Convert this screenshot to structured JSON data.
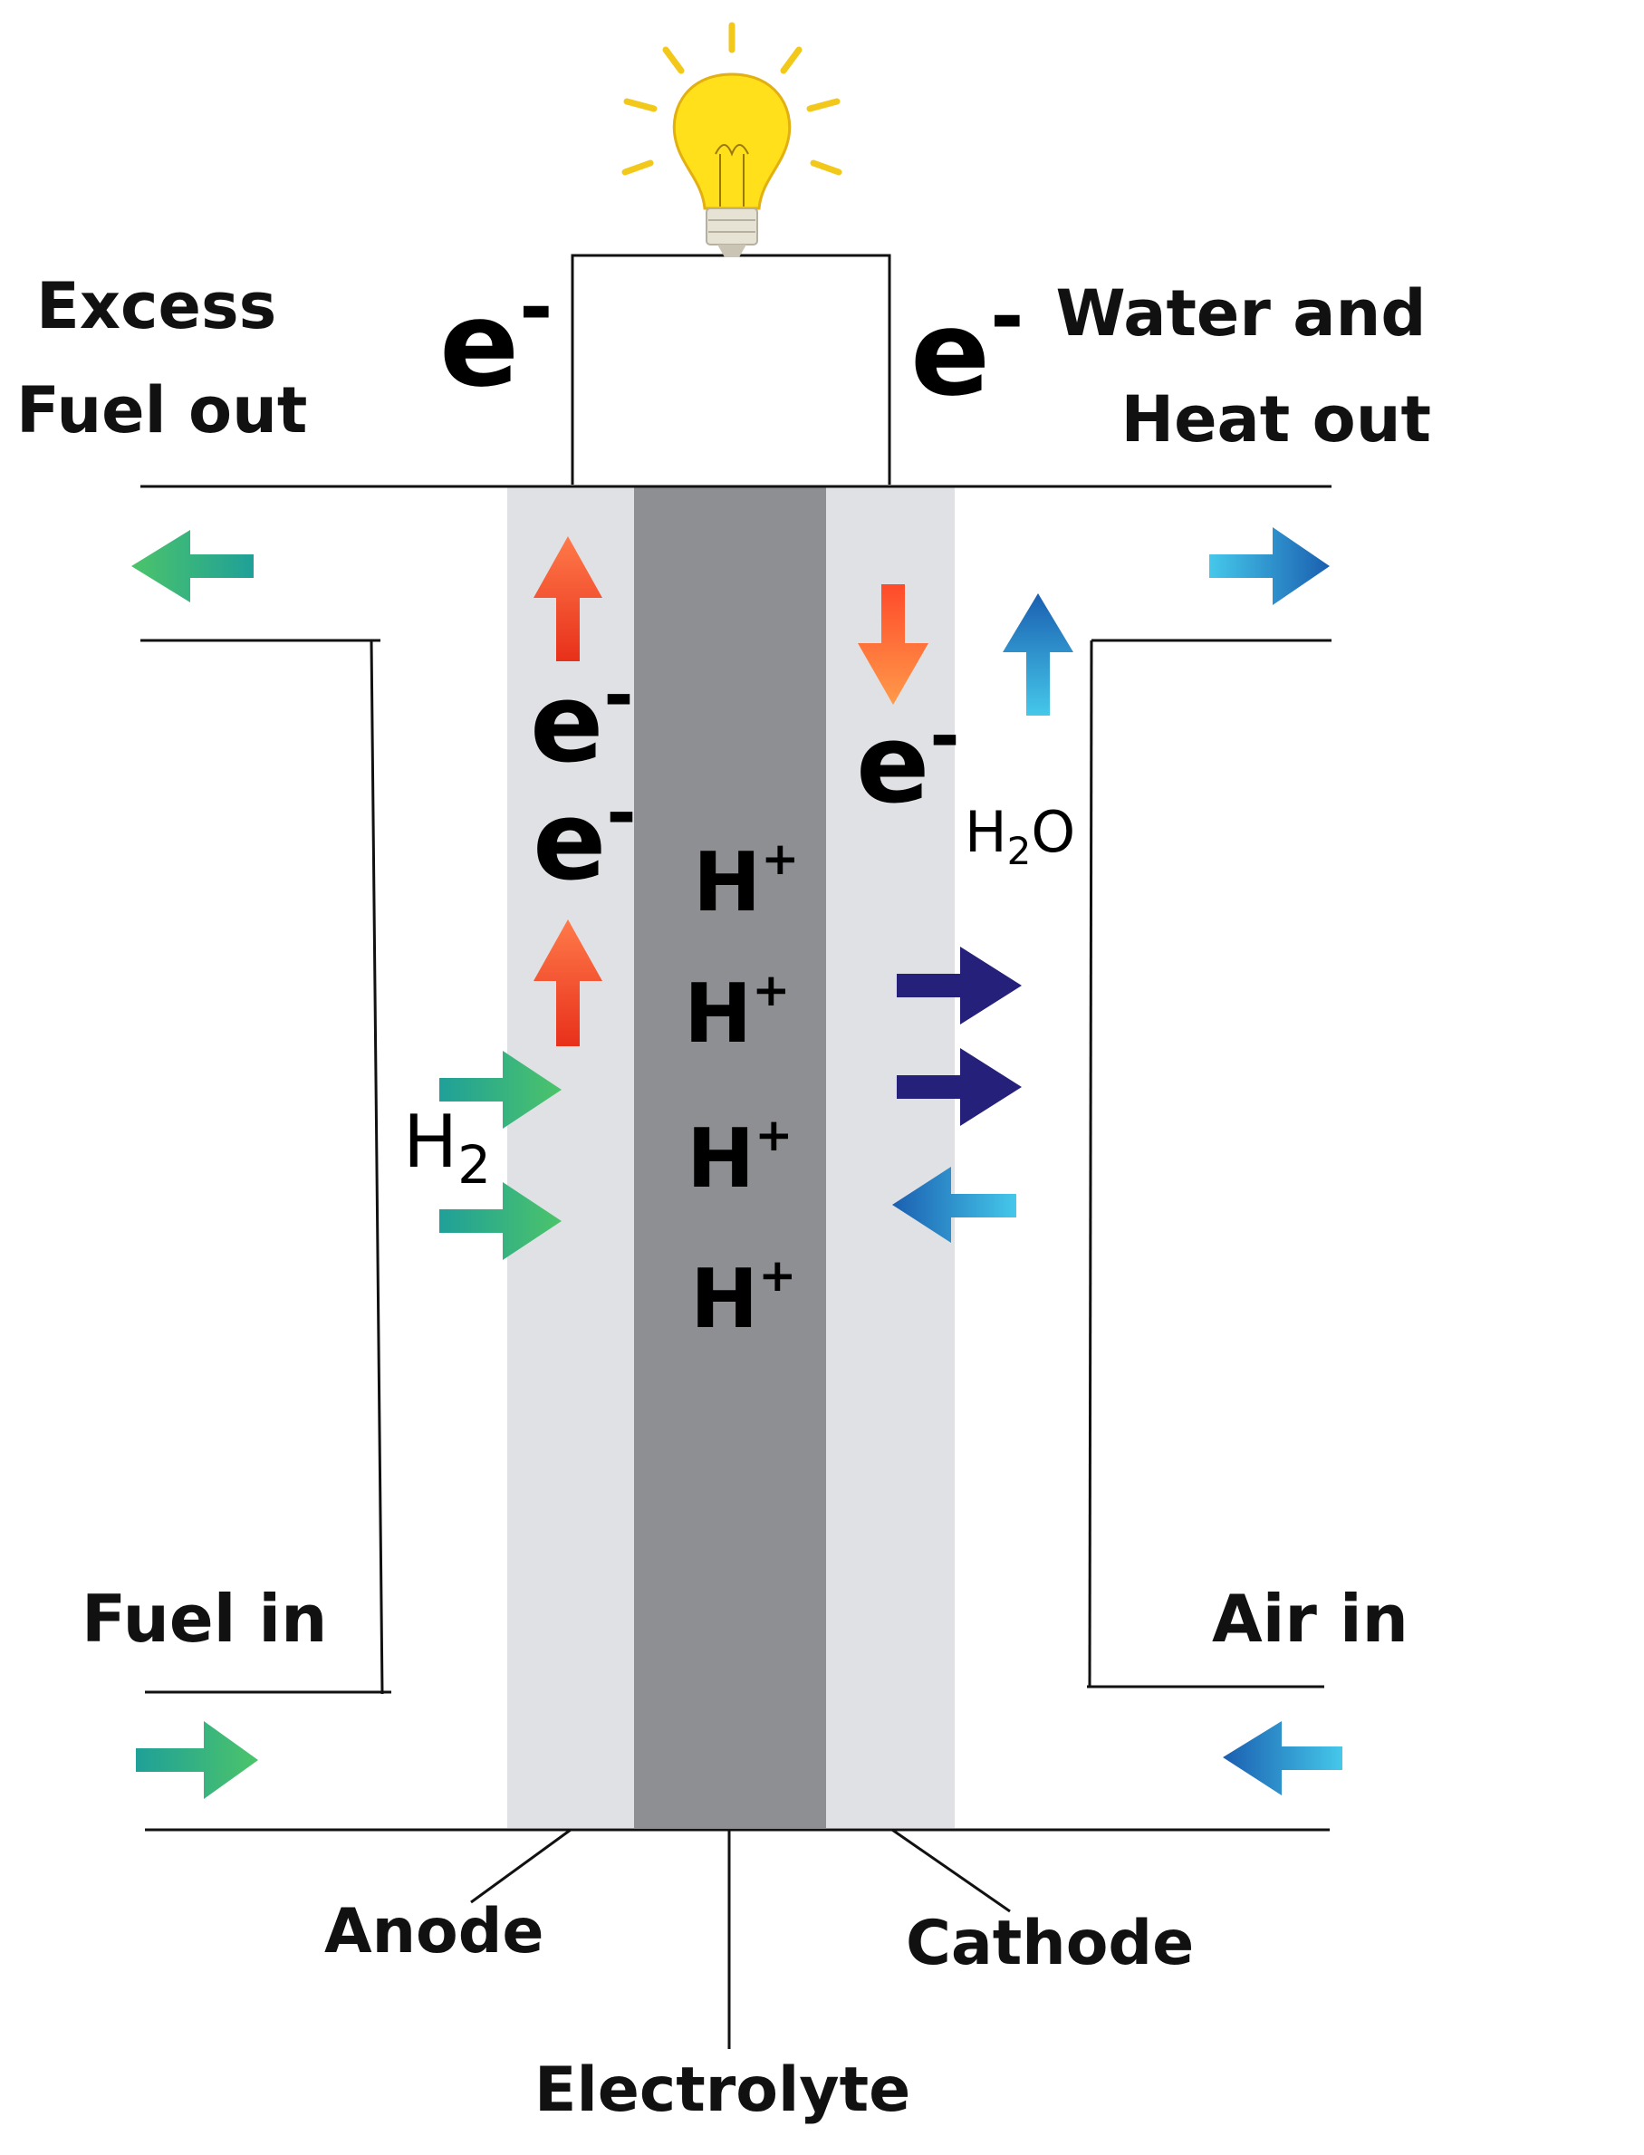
{
  "labels": {
    "excess_line1": "Excess",
    "excess_line2": "Fuel out",
    "water_line1": "Water and",
    "water_line2": "Heat out",
    "fuel_in": "Fuel in",
    "air_in": "Air in",
    "anode": "Anode",
    "cathode": "Cathode",
    "electrolyte": "Electrolyte"
  },
  "species": {
    "electron_base": "e",
    "electron_charge": "-",
    "proton_base": "H",
    "proton_charge": "+",
    "hydrogen_base": "H",
    "hydrogen_sub": "2",
    "water_h": "H",
    "water_sub": "2",
    "water_o": "O"
  },
  "colors": {
    "anode_fill": "#e0e1e5",
    "electrolyte_fill": "#8e8f93",
    "cathode_fill": "#e0e1e5",
    "electron_arrow": "#ff5530",
    "fuel_arrow": "#3cb878",
    "air_arrow": "#2a7ec8",
    "oxygen_arrow": "#25217a",
    "bulb": "#ffe01a",
    "ray": "#f2c81a"
  }
}
